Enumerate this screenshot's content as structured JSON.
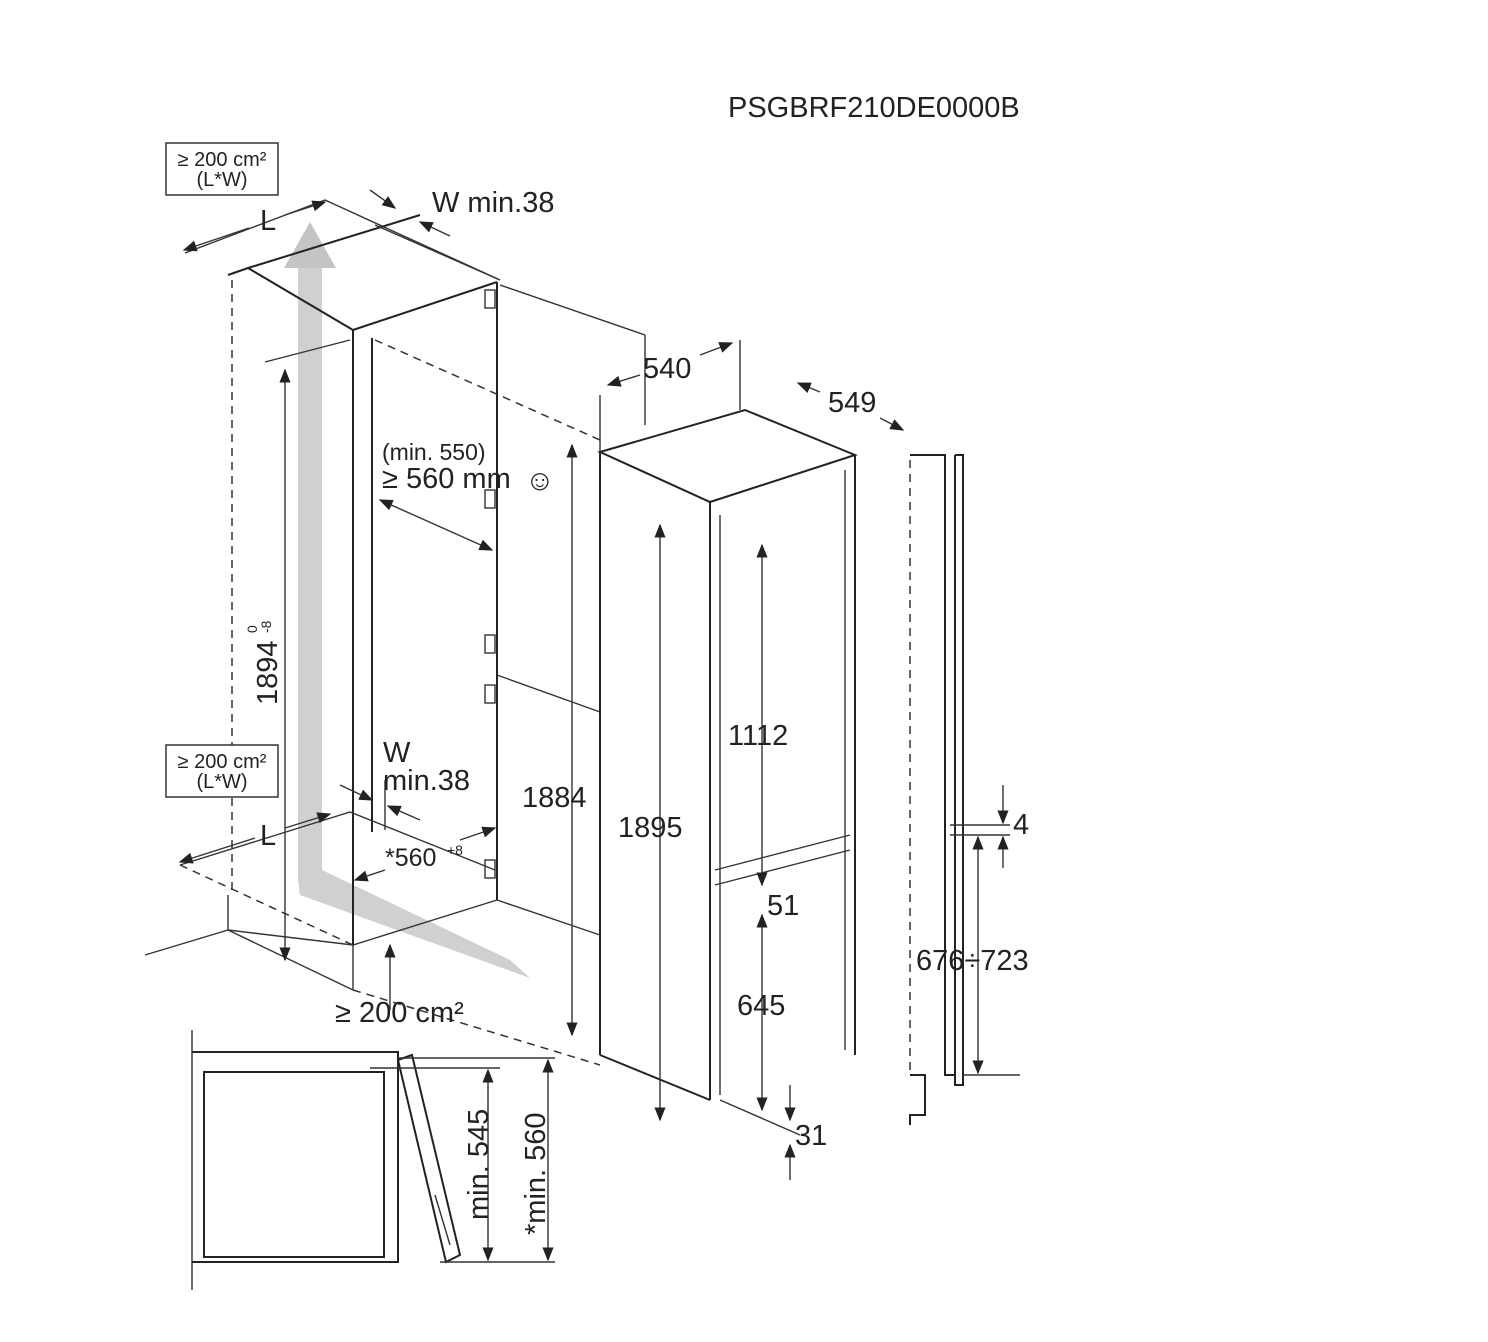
{
  "title": "PSGBRF210DE0000B",
  "vent_top": {
    "area": "≥ 200 cm²",
    "formula": "(L*W)",
    "l_label": "L",
    "w_label": "W min.38"
  },
  "vent_bottom": {
    "area": "≥ 200 cm²",
    "formula": "(L*W)",
    "l_label": "L",
    "w_label": "W",
    "w_min": "min.38"
  },
  "niche": {
    "height": "1894",
    "tol_upper": "0",
    "tol_lower": "-8",
    "depth_min": "(min. 550)",
    "depth": "≥ 560 mm",
    "smile_icon": "☺",
    "width": "*560",
    "width_tol": "+8",
    "plinth_vent": "≥ 200 cm²"
  },
  "appliance": {
    "width": "540",
    "depth": "549",
    "height_total": "1884",
    "height_door": "1895",
    "upper_door": "1112",
    "gap": "51",
    "lower_door": "645",
    "bottom": "31"
  },
  "door_fixing": {
    "gap": "4",
    "range": "676÷723"
  },
  "side_view": {
    "min_545": "min. 545",
    "min_560": "*min. 560"
  },
  "colors": {
    "line": "#222222",
    "airflow": "#b9b9b9"
  }
}
